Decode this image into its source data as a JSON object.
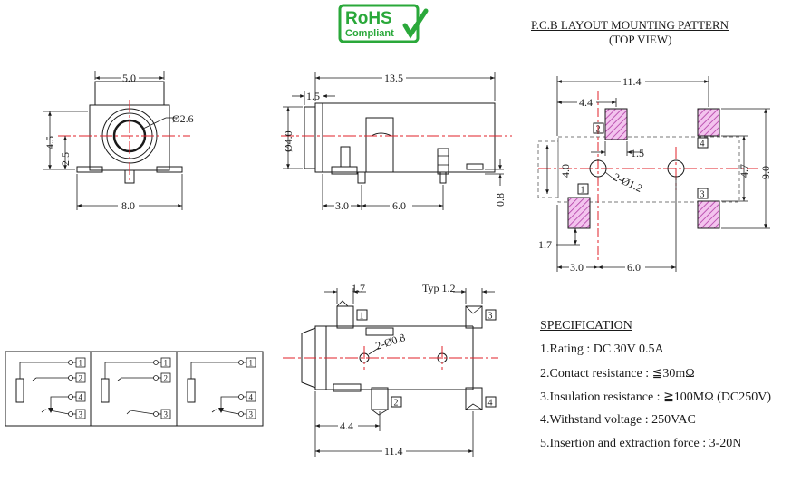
{
  "logo": {
    "line1": "RoHS",
    "line2": "Compliant"
  },
  "pcb_layout": {
    "title": "P.C.B LAYOUT MOUNTING PATTERN",
    "subtitle": "(TOP VIEW)",
    "dims": {
      "width": "11.4",
      "offset": "4.4",
      "pad_gap": "1.5",
      "hole": "2-Ø1.2",
      "height_outer": "9.0",
      "height_inner": "4.7",
      "body": "4.0",
      "bottom_pad": "1.7",
      "left_x": "3.0",
      "mid_x": "6.0"
    },
    "pins": [
      "1",
      "2",
      "3",
      "4"
    ]
  },
  "front_view": {
    "dims": {
      "top": "5.0",
      "dia": "Ø2.6",
      "height": "4.5",
      "center": "2.5",
      "width": "8.0"
    }
  },
  "side_view": {
    "dims": {
      "length": "13.5",
      "lip": "1.5",
      "dia": "Ø4.0",
      "x1": "3.0",
      "x2": "6.0",
      "thick": "0.8"
    }
  },
  "bottom_view": {
    "dims": {
      "pin_w": "1.7",
      "typ": "Typ 1.2",
      "holes": "2-Ø0.8",
      "offset": "4.4",
      "width": "11.4"
    },
    "pins": [
      "1",
      "2",
      "3",
      "4"
    ]
  },
  "schematic": {
    "pins": [
      "1",
      "2",
      "4",
      "3"
    ]
  },
  "specification": {
    "title": "SPECIFICATION",
    "items": [
      "1.Rating  : DC 30V 0.5A",
      "2.Contact resistance : ≦30mΩ",
      "3.Insulation resistance : ≧100MΩ (DC250V)",
      "4.Withstand voltage : 250VAC",
      "5.Insertion and extraction force : 3-20N"
    ]
  },
  "colors": {
    "centerline": "#e0202a",
    "pad_fill": "#d46bc8",
    "logo_green": "#2aa83a"
  }
}
